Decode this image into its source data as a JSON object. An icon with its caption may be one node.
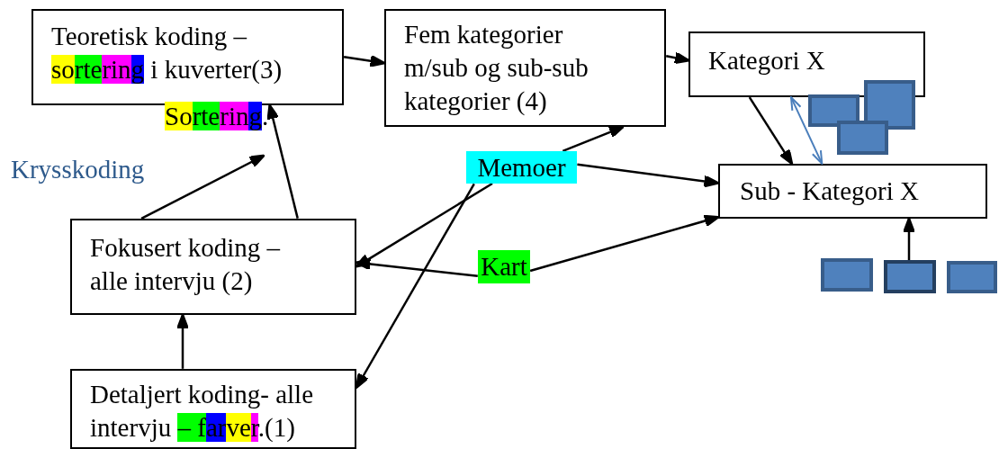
{
  "diagram": {
    "nodes": [
      {
        "text": [
          "Teoretisk koding – sortering i kuverter(3)"
        ]
      },
      {
        "text": [
          "Fem kategorier m/sub og sub-sub kategorier (4)"
        ]
      },
      {
        "text": [
          "Kategori X"
        ]
      },
      {
        "text": [
          "Sub - Kategori X"
        ]
      },
      {
        "text": [
          "Fokusert koding – alle intervju (2)"
        ]
      },
      {
        "text": [
          "Detaljert koding- alle intervju – farver.(1)"
        ]
      },
      {
        "text": [
          "Memoer"
        ]
      },
      {
        "text": [
          "Kart"
        ]
      },
      {
        "text": [],
        "shape": "box"
      },
      {
        "text": [],
        "shape": "box"
      },
      {
        "text": [],
        "shape": "box"
      },
      {
        "text": [],
        "shape": "box"
      },
      {
        "text": [],
        "shape": "box"
      },
      {
        "text": [],
        "shape": "box"
      }
    ],
    "edges": [
      {
        "from": 0,
        "to": 1,
        "arrow": "to"
      },
      {
        "from": 1,
        "to": 2,
        "arrow": "to"
      },
      {
        "from": 2,
        "to": 3,
        "arrow": "to"
      },
      {
        "from": 2,
        "to": 3,
        "arrow": "both",
        "color": "#4a7ebb"
      },
      {
        "from": 12,
        "to": 3,
        "arrow": "to"
      },
      {
        "from": 4,
        "to": 0,
        "arrow": "to"
      },
      {
        "from": 4,
        "to": null,
        "arrow": "to"
      },
      {
        "from": 5,
        "to": 4,
        "arrow": "to"
      },
      {
        "from": 6,
        "to": 1,
        "arrow": "to"
      },
      {
        "from": 6,
        "to": 3,
        "arrow": "to"
      },
      {
        "from": 6,
        "to": 4,
        "arrow": "to"
      },
      {
        "from": 6,
        "to": 5,
        "arrow": "to"
      },
      {
        "from": 7,
        "to": 4,
        "arrow": "to"
      },
      {
        "from": 7,
        "to": 3,
        "arrow": "to"
      }
    ],
    "labels": [
      "Sortering.",
      "Krysskoding"
    ]
  }
}
